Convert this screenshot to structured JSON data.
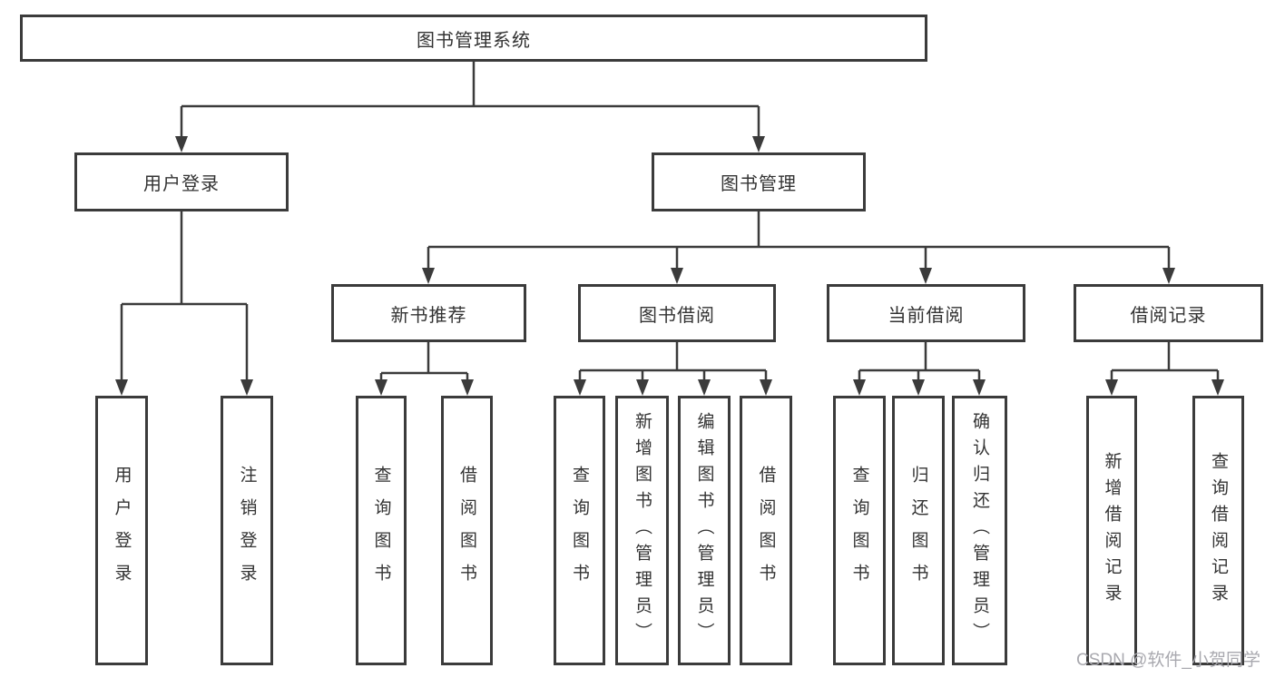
{
  "tree": {
    "root": {
      "label": "图书管理系统",
      "children": [
        {
          "label": "用户登录",
          "children": [
            {
              "label": "用户登录"
            },
            {
              "label": "注销登录"
            }
          ]
        },
        {
          "label": "图书管理",
          "children": [
            {
              "label": "新书推荐",
              "children": [
                {
                  "label": "查询图书"
                },
                {
                  "label": "借阅图书"
                }
              ]
            },
            {
              "label": "图书借阅",
              "children": [
                {
                  "label": "查询图书"
                },
                {
                  "label": "新增图书（管理员）"
                },
                {
                  "label": "编辑图书（管理员）"
                },
                {
                  "label": "借阅图书"
                }
              ]
            },
            {
              "label": "当前借阅",
              "children": [
                {
                  "label": "查询图书"
                },
                {
                  "label": "归还图书"
                },
                {
                  "label": "确认归还（管理员）"
                }
              ]
            },
            {
              "label": "借阅记录",
              "children": [
                {
                  "label": "新增借阅记录"
                },
                {
                  "label": "查询借阅记录"
                }
              ]
            }
          ]
        }
      ]
    }
  },
  "watermark": {
    "text": "CSDN @软件_小贺同学"
  },
  "colors": {
    "line": "#3b3b3b",
    "box_border": "#3b3b3b",
    "text": "#333333",
    "watermark_gray": "#a9a9af",
    "background": "#ffffff"
  }
}
